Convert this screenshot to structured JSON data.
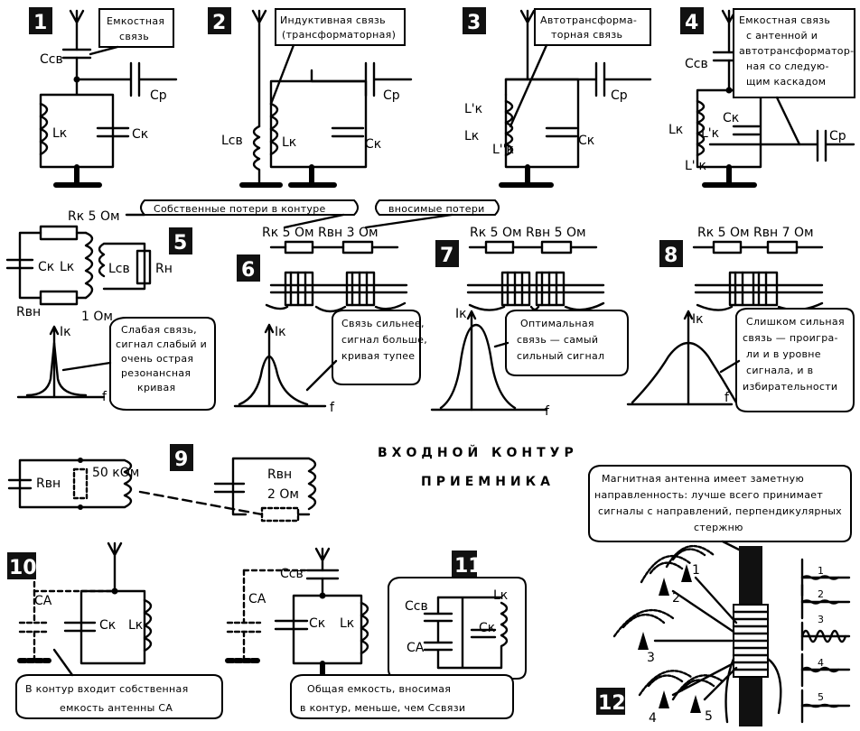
{
  "panels": {
    "p1": {
      "num": "1",
      "note_l1": "Емкостная",
      "note_l2": "связь",
      "c_sv": "Cсв",
      "c_r": "Cр",
      "l_k": "Lк",
      "c_k": "Cк"
    },
    "p2": {
      "num": "2",
      "note_l1": "Индуктивная связь",
      "note_l2": "(трансформаторная)",
      "l_sv": "Lсв",
      "l_k": "Lк",
      "c_r": "Cр",
      "c_k": "Cк"
    },
    "p3": {
      "num": "3",
      "note_l1": "Автотрансформа-",
      "note_l2": "торная связь",
      "l_k1": "L'к",
      "l_k": "Lк",
      "l_k2": "L''к",
      "c_r": "Cр",
      "c_k": "Cк"
    },
    "p4": {
      "num": "4",
      "note_l1": "Емкостная связь",
      "note_l2": "с антенной и",
      "note_l3": "автотрансформатор-",
      "note_l4": "ная со следую-",
      "note_l5": "щим каскадом",
      "c_sv": "Cсв",
      "c_k": "Cк",
      "l_k": "Lк",
      "l_k1": "L'к",
      "l_k2": "L''к",
      "c_r": "Cр"
    },
    "p5": {
      "num": "5",
      "r_k": "Rк 5 Ом",
      "c_k": "Cк",
      "l_k": "Lк",
      "l_sv": "Lсв",
      "r_n": "Rн",
      "r_vn": "Rвн",
      "r_vn_val": "1 Ом",
      "note_l1": "Слабая связь,",
      "note_l2": "сигнал слабый и",
      "note_l3": "очень острая",
      "note_l4": "резонансная",
      "note_l5": "кривая",
      "ik": "Iк",
      "f": "f"
    },
    "p6": {
      "num": "6",
      "res": "Rк 5 Ом   Rвн 3 Ом",
      "note_l1": "Связь сильнее,",
      "note_l2": "сигнал больше,",
      "note_l3": "кривая тупее",
      "ik": "Iк",
      "f": "f"
    },
    "p7": {
      "num": "7",
      "res": "Rк 5 Ом   Rвн 5 Ом",
      "note_l1": "Оптимальная",
      "note_l2": "связь — самый",
      "note_l3": "сильный сигнал",
      "ik": "Iк",
      "f": "f"
    },
    "p8": {
      "num": "8",
      "res": "Rк 5 Ом   Rвн 7 Ом",
      "note_l1": "Слишком сильная",
      "note_l2": "связь — проигра-",
      "note_l3": "ли и в уровне",
      "note_l4": "сигнала, и в",
      "note_l5": "избирательности",
      "ik": "Iк",
      "f": "f"
    },
    "p9": {
      "num": "9",
      "r_vn1": "Rвн",
      "r_vn1_val": "50 кОм",
      "r_vn2": "Rвн",
      "r_vn2_val": "2 Ом"
    },
    "p10": {
      "num": "10",
      "c_a": "CА",
      "c_k": "Cк",
      "l_k": "Lк",
      "note_l1": "В контур входит собственная",
      "note_l2": "емкость антенны  CА"
    },
    "p11": {
      "num": "11",
      "c_sv": "Cсв",
      "c_a": "CА",
      "c_k": "Cк",
      "l_k": "Lк",
      "note_l1": "Общая емкость, вносимая",
      "note_l2": "в контур, меньше, чем Cсвязи"
    },
    "p12": {
      "num": "12",
      "note_l1": "Магнитная антенна имеет заметную",
      "note_l2": "направленность: лучше всего принимает",
      "note_l3": "сигналы с направлений, перпендикулярных",
      "note_l4": "стержню",
      "sources": [
        "1",
        "2",
        "3",
        "4",
        "5"
      ]
    }
  },
  "callouts": {
    "own_losses": "Собственные потери в контуре",
    "introduced_losses": "вносимые потери"
  },
  "title": {
    "line1": "ВХОДНОЙ  КОНТУР",
    "line2": "ПРИЕМНИКА"
  }
}
